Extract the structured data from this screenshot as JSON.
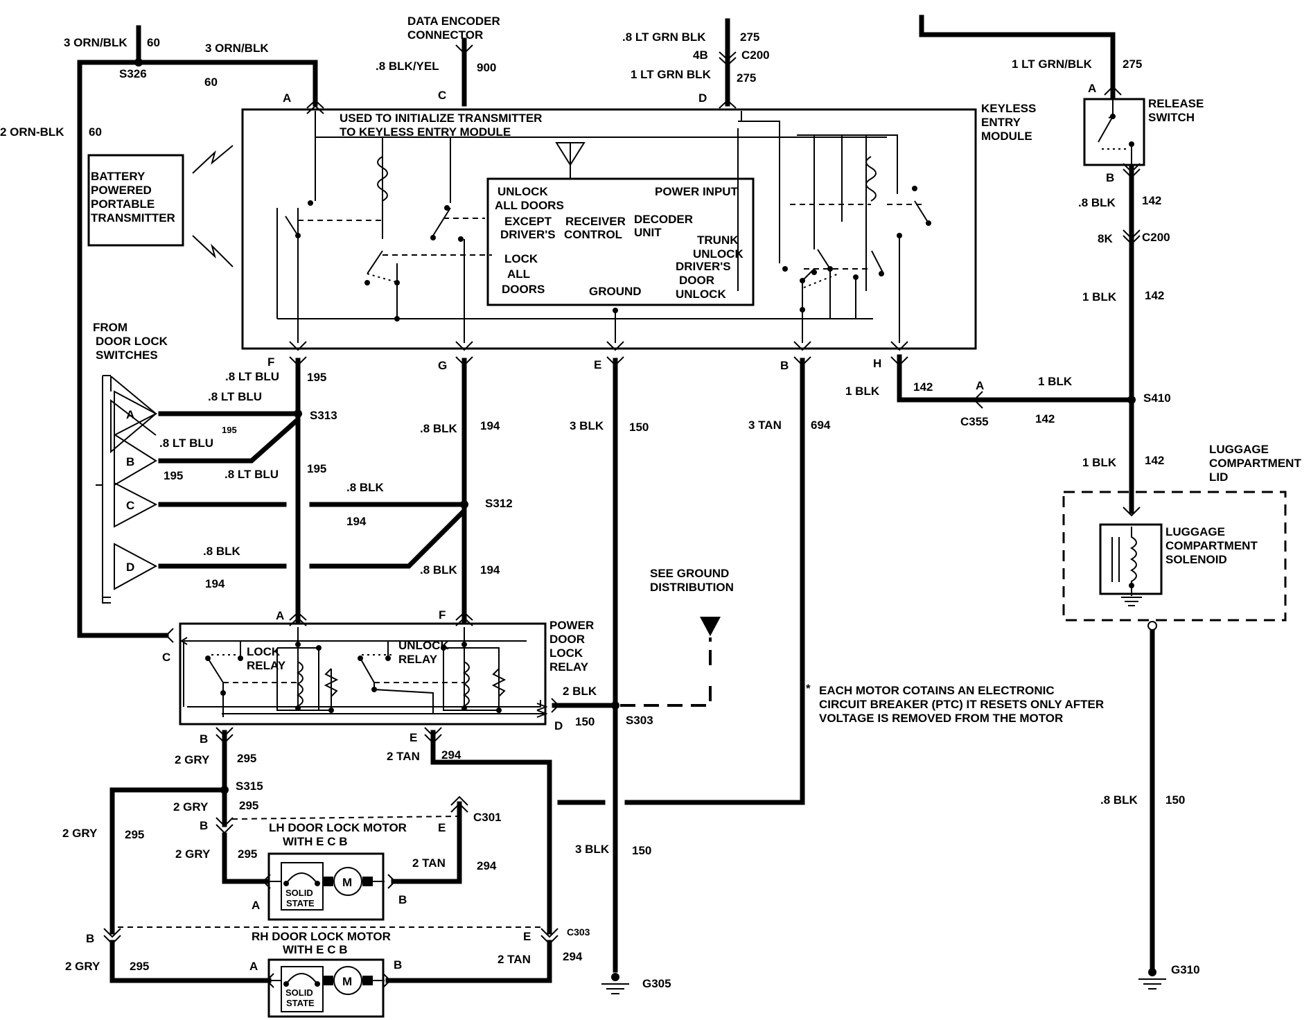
{
  "wires": {
    "w1": "3 ORN/BLK",
    "w1c": "60",
    "w2": "3 ORN/BLK",
    "w2c": "60",
    "s326": "S326",
    "w3": "2 ORN-BLK",
    "w3c": "60",
    "dec_title": "DATA ENCODER",
    "dec_title2": "CONNECTOR",
    "w4": ".8 BLK/YEL",
    "w4c": "900",
    "w5": ".8 LT GRN BLK",
    "w5c": "275",
    "c200a": "4B",
    "c200": "C200",
    "w6": "1 LT GRN BLK",
    "w6c": "275",
    "w7": "1 LT GRN/BLK",
    "w7c": "275",
    "w8": ".8 BLK",
    "w8c": "142",
    "c200b": "8K",
    "c200c": "C200",
    "w9": "1 BLK",
    "w9c": "142",
    "w10": "1 BLK",
    "w10c": "142",
    "s410": "S410",
    "w11": "1 BLK",
    "w11c": "142",
    "c355": "C355",
    "w11c2": "142",
    "w12": "1 BLK",
    "w12c": "142",
    "w13": ".8 LT BLU",
    "w13c": "195",
    "w14": ".8 LT BLU",
    "s313": "S313",
    "w15": ".8 LT BLU",
    "w15c": "195",
    "w15c2": "195",
    "w16": ".8 LT BLU",
    "w16c": "195",
    "w17": ".8 BLK",
    "w17c": "194",
    "w18": ".8 BLK",
    "s312": "S312",
    "w18c": "194",
    "w19": ".8 BLK",
    "w19c": "194",
    "w20": ".8 BLK",
    "w20c": "194",
    "w21": "3 BLK",
    "w21c": "150",
    "w22": "3 TAN",
    "w22c": "694",
    "w23": "2 BLK",
    "w23c": "150",
    "s303": "S303",
    "w24": "2 GRY",
    "w24c": "295",
    "s315": "S315",
    "w25": "2 TAN",
    "w25c": "294",
    "w26": "2 GRY",
    "w26c": "295",
    "c301": "C301",
    "w27": "2 GRY",
    "w27c": "295",
    "w28": "2 GRY",
    "w28c": "295",
    "w29": "2 TAN",
    "w29c": "294",
    "w30": "3 BLK",
    "w30c": "150",
    "c303": "C303",
    "w31": "2 GRY",
    "w31c": "295",
    "w32": "2 TAN",
    "w32c": "294",
    "w33": ".8 BLK",
    "w33c": "150",
    "g305": "G305",
    "g310": "G310"
  },
  "pins": {
    "kA": "A",
    "kC": "C",
    "kD": "D",
    "kF": "F",
    "kG": "G",
    "kE": "E",
    "kB": "B",
    "kH": "H",
    "rA": "A",
    "rB": "B",
    "c355A": "A",
    "pA": "A",
    "pF": "F",
    "pC": "C",
    "pD": "D",
    "pB": "B",
    "pE": "E",
    "lhB": "B",
    "lhE": "E",
    "lhA": "A",
    "lhB2": "B",
    "rhB": "B",
    "rhE": "E",
    "rhA": "A",
    "rhB2": "B",
    "swA": "A",
    "swB": "B",
    "swC": "C",
    "swD": "D"
  },
  "components": {
    "transmitter": [
      "BATTERY",
      "POWERED",
      "PORTABLE",
      "TRANSMITTER"
    ],
    "kem_name": [
      "KEYLESS",
      "ENTRY",
      "MODULE"
    ],
    "kem_note": [
      "USED TO INITIALIZE TRANSMITTER",
      "TO KEYLESS ENTRY MODULE"
    ],
    "unlock_all": [
      "UNLOCK",
      "ALL DOORS"
    ],
    "except_drv": [
      "EXCEPT",
      "DRIVER'S"
    ],
    "receiver": [
      "RECEIVER",
      "CONTROL"
    ],
    "decoder": [
      "DECODER",
      "UNIT"
    ],
    "power_input": "POWER INPUT",
    "trunk_unlock": [
      "TRUNK",
      "UNLOCK"
    ],
    "lock_all": [
      "LOCK",
      "ALL",
      "DOORS"
    ],
    "ground": "GROUND",
    "drv_unlock": [
      "DRIVER'S",
      "DOOR",
      "UNLOCK"
    ],
    "release_switch": [
      "RELEASE",
      "SWITCH"
    ],
    "lid": [
      "LUGGAGE",
      "COMPARTMENT",
      "LID"
    ],
    "solenoid": [
      "LUGGAGE",
      "COMPARTMENT",
      "SOLENOID"
    ],
    "door_lock_sw": [
      "FROM",
      "DOOR LOCK",
      "SWITCHES"
    ],
    "pdl_relay": [
      "POWER",
      "DOOR",
      "LOCK",
      "RELAY"
    ],
    "lock_relay": [
      "LOCK",
      "RELAY"
    ],
    "unlock_relay": [
      "UNLOCK",
      "RELAY"
    ],
    "see_ground": [
      "SEE GROUND",
      "DISTRIBUTION"
    ],
    "note_star": "*",
    "note": [
      "EACH MOTOR COTAINS AN ELECTRONIC",
      "CIRCUIT BREAKER (PTC) IT RESETS ONLY AFTER",
      "VOLTAGE IS REMOVED FROM THE MOTOR"
    ],
    "lh_motor": [
      "LH DOOR LOCK MOTOR",
      "WITH E C B"
    ],
    "rh_motor": [
      "RH DOOR LOCK MOTOR",
      "WITH E C B"
    ],
    "solid_state": [
      "SOLID",
      "STATE"
    ],
    "motor": "M"
  }
}
